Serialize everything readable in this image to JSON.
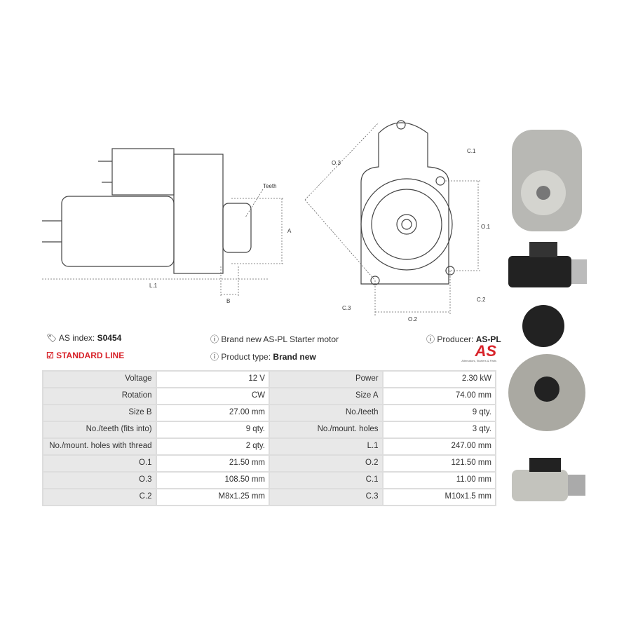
{
  "header": {
    "as_index_label": "AS index:",
    "as_index_value": "S0454",
    "standard_line": "STANDARD LINE",
    "description": "Brand new AS-PL Starter motor",
    "product_type_label": "Product type:",
    "product_type_value": "Brand new",
    "producer_label": "Producer:",
    "producer_value": "AS-PL",
    "logo_text": "AS",
    "logo_tagline": "Alternators, Starters & Parts"
  },
  "diagram": {
    "teeth": "Teeth",
    "a": "A",
    "l1": "L.1",
    "b": "B",
    "o3": "O.3",
    "c1": "C.1",
    "o1": "O.1",
    "c3": "C.3",
    "o2": "O.2",
    "c2": "C.2"
  },
  "specs": [
    [
      "Voltage",
      "12 V",
      "Power",
      "2.30 kW"
    ],
    [
      "Rotation",
      "CW",
      "Size A",
      "74.00 mm"
    ],
    [
      "Size B",
      "27.00 mm",
      "No./teeth",
      "9 qty."
    ],
    [
      "No./teeth (fits into)",
      "9 qty.",
      "No./mount. holes",
      "3 qty."
    ],
    [
      "No./mount. holes with thread",
      "2 qty.",
      "L.1",
      "247.00 mm"
    ],
    [
      "O.1",
      "21.50 mm",
      "O.2",
      "121.50 mm"
    ],
    [
      "O.3",
      "108.50 mm",
      "C.1",
      "11.00 mm"
    ],
    [
      "C.2",
      "M8x1.25 mm",
      "C.3",
      "M10x1.5 mm"
    ]
  ],
  "colors": {
    "accent": "#d8232a"
  }
}
